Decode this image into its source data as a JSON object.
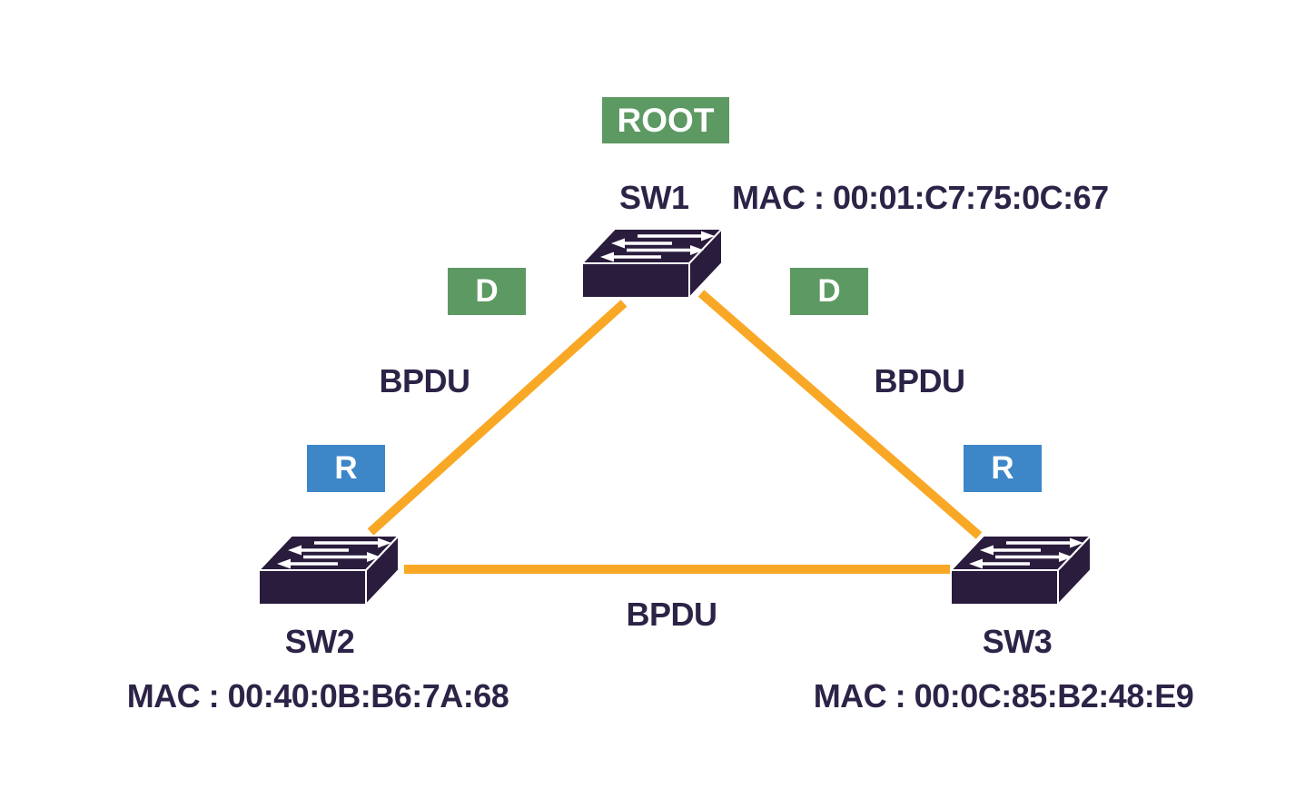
{
  "diagram": {
    "kind": "spanning-tree-topology",
    "root_badge": {
      "label": "ROOT",
      "color": "#5D9962"
    },
    "switches": [
      {
        "name": "SW1",
        "mac": "MAC : 00:01:C7:75:0C:67"
      },
      {
        "name": "SW2",
        "mac": "MAC : 00:40:0B:B6:7A:68"
      },
      {
        "name": "SW3",
        "mac": "MAC : 00:0C:85:B2:48:E9"
      }
    ],
    "links": [
      {
        "from": "SW1",
        "to": "SW2",
        "label": "BPDU"
      },
      {
        "from": "SW1",
        "to": "SW3",
        "label": "BPDU"
      },
      {
        "from": "SW2",
        "to": "SW3",
        "label": "BPDU"
      }
    ],
    "port_badges": [
      {
        "switch": "SW1",
        "side": "left",
        "label": "D",
        "color": "#5D9962"
      },
      {
        "switch": "SW1",
        "side": "right",
        "label": "D",
        "color": "#5D9962"
      },
      {
        "switch": "SW2",
        "side": "left",
        "label": "R",
        "color": "#3D86C8"
      },
      {
        "switch": "SW3",
        "side": "right",
        "label": "R",
        "color": "#3D86C8"
      }
    ],
    "colors": {
      "link": "#F9A826",
      "ink": "#2D2347",
      "switch_body": "#2A1C3D",
      "badge_green": "#5D9962",
      "badge_blue": "#3D86C8",
      "background": "#ffffff"
    }
  }
}
